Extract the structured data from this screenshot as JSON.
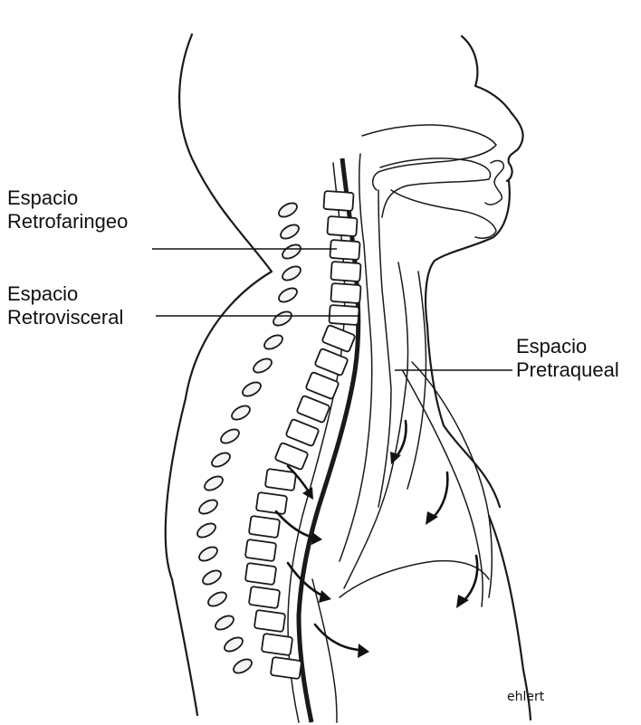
{
  "labels": {
    "retropharyngeal_line1": "Espacio",
    "retropharyngeal_line2": "Retrofaringeo",
    "retrovisceral_line1": "Espacio",
    "retrovisceral_line2": "Retrovisceral",
    "pretracheal_line1": "Espacio",
    "pretracheal_line2": "Pretraqueal"
  },
  "signature": "ehlert"
}
